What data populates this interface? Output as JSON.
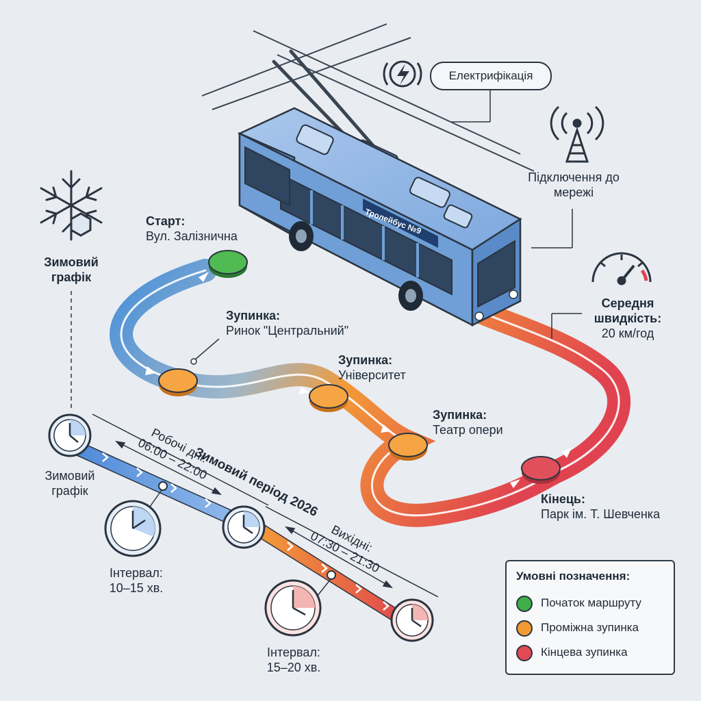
{
  "header": {
    "electrification_label": "Електрифікація",
    "network_label": "Підключення до мережі"
  },
  "bus": {
    "sign": "Тролейбус №9"
  },
  "speed": {
    "title": "Середня швидкість:",
    "value": "20 км/год"
  },
  "winter_schedule": {
    "top_label": "Зимовий графік",
    "timeline_label": "Зимовий графік",
    "period_title": "Зимовий період 2026"
  },
  "route": {
    "start": {
      "heading": "Старт:",
      "name": "Вул. Залізнична"
    },
    "stops": [
      {
        "heading": "Зупинка:",
        "name": "Ринок \"Центральний\""
      },
      {
        "heading": "Зупинка:",
        "name": "Університет"
      },
      {
        "heading": "Зупинка:",
        "name": "Театр опери"
      }
    ],
    "end": {
      "heading": "Кінець:",
      "name": "Парк ім. Т. Шевченка"
    }
  },
  "weekdays": {
    "label": "Робочі дні:",
    "hours": "06:00 – 22:00",
    "interval_label": "Інтервал:",
    "interval_value": "10–15 хв."
  },
  "weekends": {
    "label": "Вихідні:",
    "hours": "07:30 – 21:30",
    "interval_label": "Інтервал:",
    "interval_value": "15–20 хв."
  },
  "legend": {
    "title": "Умовні позначення:",
    "items": [
      {
        "label": "Початок маршруту",
        "color": "#3fae49"
      },
      {
        "label": "Проміжна зупинка",
        "color": "#f39a33"
      },
      {
        "label": "Кінцева зупинка",
        "color": "#e04a55"
      }
    ]
  },
  "colors": {
    "route_start": "#4a90d9",
    "route_middle": "#f29a38",
    "route_end": "#e0434f",
    "bus_body": "#6f9fd6",
    "outline": "#2b3440"
  }
}
